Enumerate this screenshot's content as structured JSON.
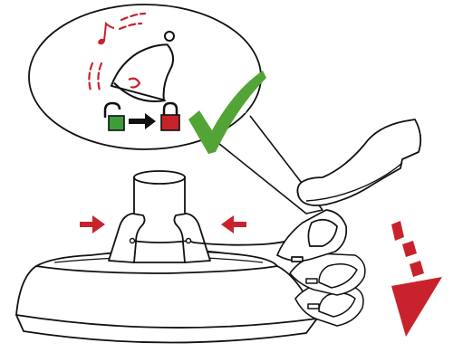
{
  "diagram": {
    "colors": {
      "line": "#111111",
      "accent_red": "#c8232c",
      "check_green": "#53a436",
      "lock_green": "#3f9c3a",
      "lock_red": "#c8232c",
      "arrow_black": "#111111",
      "bubble_fill": "#ffffff"
    },
    "callout": {
      "icons": [
        "music-note-icon",
        "bell-icon",
        "sound-waves-icon"
      ],
      "lock_sequence": [
        "unlocked-padlock-icon",
        "right-arrow-icon",
        "locked-padlock-icon"
      ],
      "confirmation": "checkmark-icon"
    },
    "scene": {
      "objects": [
        "tree-stand-base",
        "trunk-holder",
        "clamp-jaws",
        "clamp-cable",
        "foot-pedal",
        "shoe"
      ],
      "arrows": [
        "left-red-arrow-icon",
        "right-red-arrow-icon",
        "dash-arrow-down-icon"
      ]
    }
  }
}
